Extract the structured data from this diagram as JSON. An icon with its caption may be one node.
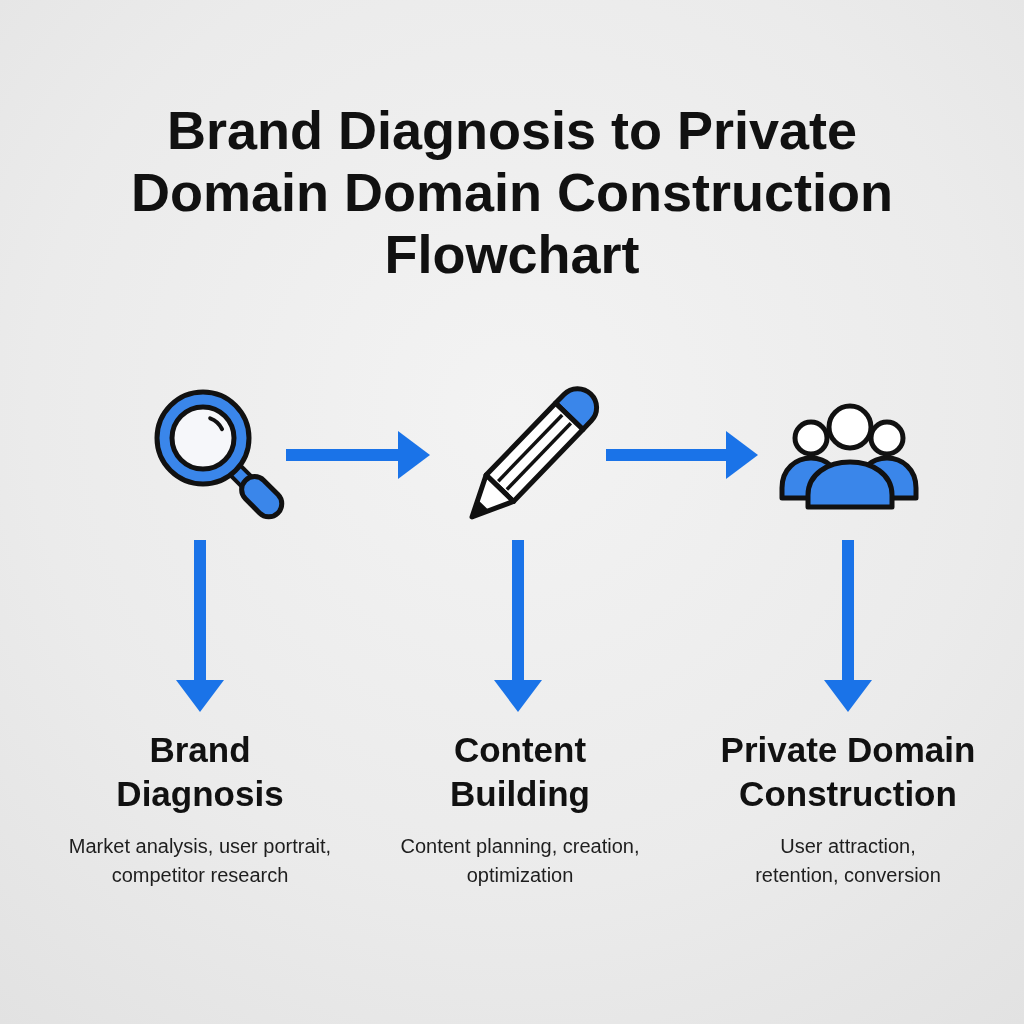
{
  "diagram": {
    "title": "Brand Diagnosis to Private Domain Domain Construction Flowchart",
    "nodes": [
      {
        "text": [],
        "shape": "picture"
      },
      {
        "text": [],
        "shape": "picture"
      },
      {
        "text": [],
        "shape": "picture"
      },
      {
        "text": [
          "Brand Diagnosis",
          "Market analysis, user portrait, competitor research"
        ]
      },
      {
        "text": [
          "Content Building",
          "Content planning, creation, optimization"
        ]
      },
      {
        "text": [
          "Private Domain Construction",
          "User attraction, retention, conversion"
        ]
      }
    ],
    "edges": [
      {
        "from": 0,
        "to": 1,
        "arrow": "to"
      },
      {
        "from": 1,
        "to": 2,
        "arrow": "to"
      },
      {
        "from": 0,
        "to": 3,
        "arrow": "to"
      },
      {
        "from": 1,
        "to": 4,
        "arrow": "to"
      },
      {
        "from": 2,
        "to": 5,
        "arrow": "to"
      }
    ]
  }
}
